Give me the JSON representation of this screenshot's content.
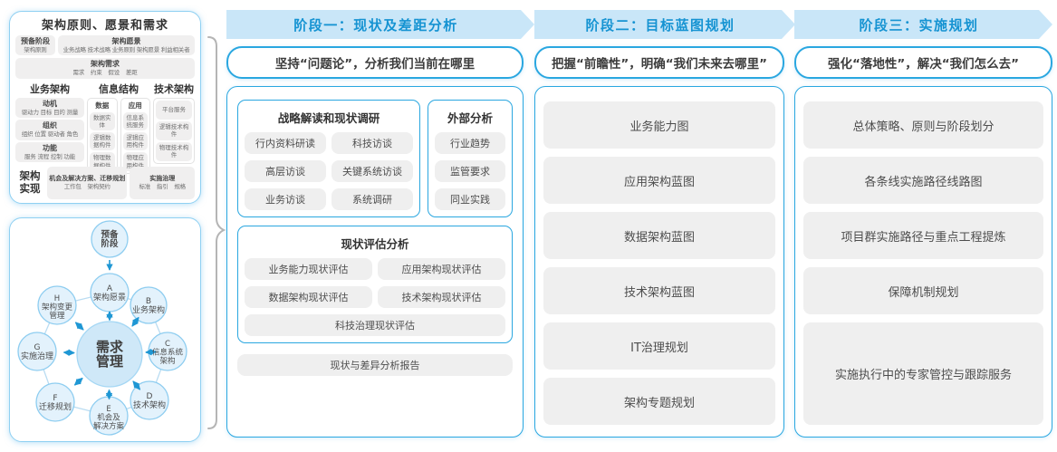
{
  "colors": {
    "accent_blue": "#2aa7e0",
    "band_bg": "#c9e6f8",
    "band_text": "#1593d2",
    "panel_border": "#8fd0f2",
    "gray_box": "#efefef",
    "text_dark": "#333333",
    "text_gray": "#595757",
    "node_fill": "#e3f2fc",
    "node_stroke": "#8ecdf0",
    "center_fill": "#cfe8f8",
    "arrow_blue": "#1f97d4",
    "brace_gray": "#b5b5b5"
  },
  "left_top_panel": {
    "title": "架构原则、愿景和需求",
    "prep_box": {
      "title": "预备阶段",
      "sub": "架构原则"
    },
    "vision_box": {
      "title": "架构愿景",
      "sub": "业务战略 技术战略 业务原则 架构愿景 利益相关者"
    },
    "requirement_box": {
      "title": "架构需求",
      "sub": "需求 约束 假设 差距"
    },
    "business": {
      "title": "业务架构",
      "items": [
        {
          "title": "动机",
          "sub": "驱动力 目标 目的 测量"
        },
        {
          "title": "组织",
          "sub": "组织 位置 驱动者 角色"
        },
        {
          "title": "功能",
          "sub": "服务 流程 控制 功能"
        }
      ]
    },
    "information": {
      "title": "信息结构",
      "data_col": {
        "title": "数据",
        "items": [
          "数据实体",
          "逻辑数据构件",
          "物理数据构件"
        ]
      },
      "app_col": {
        "title": "应用",
        "items": [
          "信息系统服务",
          "逻辑应用构件",
          "物理应用构件"
        ]
      }
    },
    "technology": {
      "title": "技术架构",
      "items": [
        "平台服务",
        "逻辑技术构件",
        "物理技术构件"
      ]
    },
    "implementation": {
      "label": "架构实现",
      "boxes": [
        {
          "title": "机会及解决方案、迁移规划",
          "sub": "工作包 架构契约"
        },
        {
          "title": "实施治理",
          "sub": "标准 指引 规格"
        }
      ]
    }
  },
  "adm": {
    "center": {
      "lines": [
        "需求",
        "管理"
      ]
    },
    "nodes": {
      "pre": {
        "lines": [
          "预备",
          "阶段"
        ]
      },
      "a": {
        "lines": [
          "A",
          "架构愿景"
        ]
      },
      "b": {
        "lines": [
          "B",
          "业务架构"
        ]
      },
      "c": {
        "lines": [
          "C",
          "信息系统",
          "架构"
        ]
      },
      "d": {
        "lines": [
          "D",
          "技术架构"
        ]
      },
      "e": {
        "lines": [
          "E",
          "机会及",
          "解决方案"
        ]
      },
      "f": {
        "lines": [
          "F",
          "迁移规划"
        ]
      },
      "g": {
        "lines": [
          "G",
          "实施治理"
        ]
      },
      "h": {
        "lines": [
          "H",
          "架构变更",
          "管理"
        ]
      }
    }
  },
  "phases": [
    {
      "header": "阶段一：现状及差距分析",
      "subtitle": "坚持“问题论”，分析我们当前在哪里",
      "strategy_box": {
        "title": "战略解读和现状调研",
        "items": [
          "行内资料研读",
          "科技访谈",
          "高层访谈",
          "关键系统访谈",
          "业务访谈",
          "系统调研"
        ]
      },
      "external_box": {
        "title": "外部分析",
        "items": [
          "行业趋势",
          "监管要求",
          "同业实践"
        ]
      },
      "assessment_box": {
        "title": "现状评估分析",
        "items": [
          "业务能力现状评估",
          "应用架构现状评估",
          "数据架构现状评估",
          "技术架构现状评估",
          "科技治理现状评估"
        ]
      },
      "report_label": "现状与差异分析报告"
    },
    {
      "header": "阶段二：目标蓝图规划",
      "subtitle": "把握“前瞻性”，明确“我们未来去哪里”",
      "items": [
        "业务能力图",
        "应用架构蓝图",
        "数据架构蓝图",
        "技术架构蓝图",
        "IT治理规划",
        "架构专题规划"
      ]
    },
    {
      "header": "阶段三：实施规划",
      "subtitle": "强化“落地性”，解决“我们怎么去”",
      "items": [
        "总体策略、原则与阶段划分",
        "各条线实施路径线路图",
        "项目群实施路径与重点工程提炼",
        "保障机制规划",
        "实施执行中的专家管控与跟踪服务"
      ]
    }
  ]
}
